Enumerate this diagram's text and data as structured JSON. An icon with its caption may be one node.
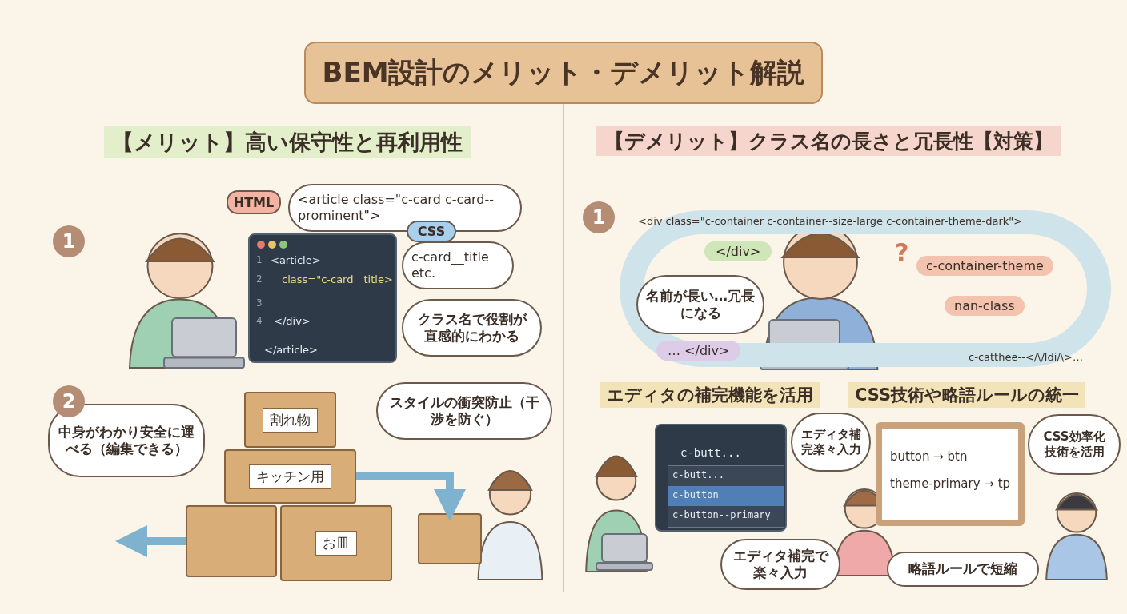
{
  "diagram": {
    "title": "BEM設計のメリット・デメリット解説",
    "nodes": [
      {
        "text": [
          "HTML"
        ]
      },
      {
        "text": [
          "<article class=\"c-card c-card--prominent\">"
        ]
      },
      {
        "text": [
          "CSS"
        ]
      },
      {
        "text": [
          "c-card__title etc."
        ]
      },
      {
        "text": [
          "1",
          "<article>",
          "2",
          "class=\"c-card__title>",
          "3",
          "4",
          "</div>",
          "</article>"
        ]
      },
      {
        "text": [
          "クラス名で役割が直感的にわかる"
        ]
      },
      {
        "text": [
          "中身がわかり安全に運べる（編集できる）"
        ]
      },
      {
        "text": [
          "割れ物"
        ]
      },
      {
        "text": [
          "キッチン用"
        ]
      },
      {
        "text": [],
        "shape": "box"
      },
      {
        "text": [
          "お皿"
        ]
      },
      {
        "text": [],
        "shape": "box"
      },
      {
        "text": [
          "スタイルの衝突防止（干渉を防ぐ）"
        ]
      },
      {
        "text": [
          "<div class=\"c-container c-container--size-large c-container-theme-dark\">",
          "c-catthee--</\\/ldi/\\>…"
        ]
      },
      {
        "text": [
          "名前が長い…冗長になる"
        ],
        "in": 13
      },
      {
        "text": [
          "c-butt...",
          "c-butt...",
          "c-button",
          "c-button--primary"
        ]
      },
      {
        "text": [
          "エディタ補完楽々入力"
        ]
      },
      {
        "text": [
          "エディタ補完で楽々入力"
        ]
      },
      {
        "text": [
          "button → btn",
          "theme-primary → tp"
        ]
      },
      {
        "text": [
          "CSS効率化技術を活用"
        ]
      },
      {
        "text": [
          "略語ルールで短縮"
        ]
      }
    ],
    "edges": [
      {
        "from": 8,
        "to": 11,
        "arrow": "to"
      },
      {
        "from": 9,
        "to": null,
        "arrow": "to"
      }
    ],
    "labels": [
      "【メリット】高い保守性と再利用性",
      "【デメリット】クラス名の長さと冗長性【対策】",
      "1",
      "1",
      "?",
      "</div>",
      "c-container-theme",
      "nan-class",
      "… </div>",
      "2",
      "エディタの補完機能を活用",
      "CSS技術や略語ルールの統一"
    ]
  }
}
